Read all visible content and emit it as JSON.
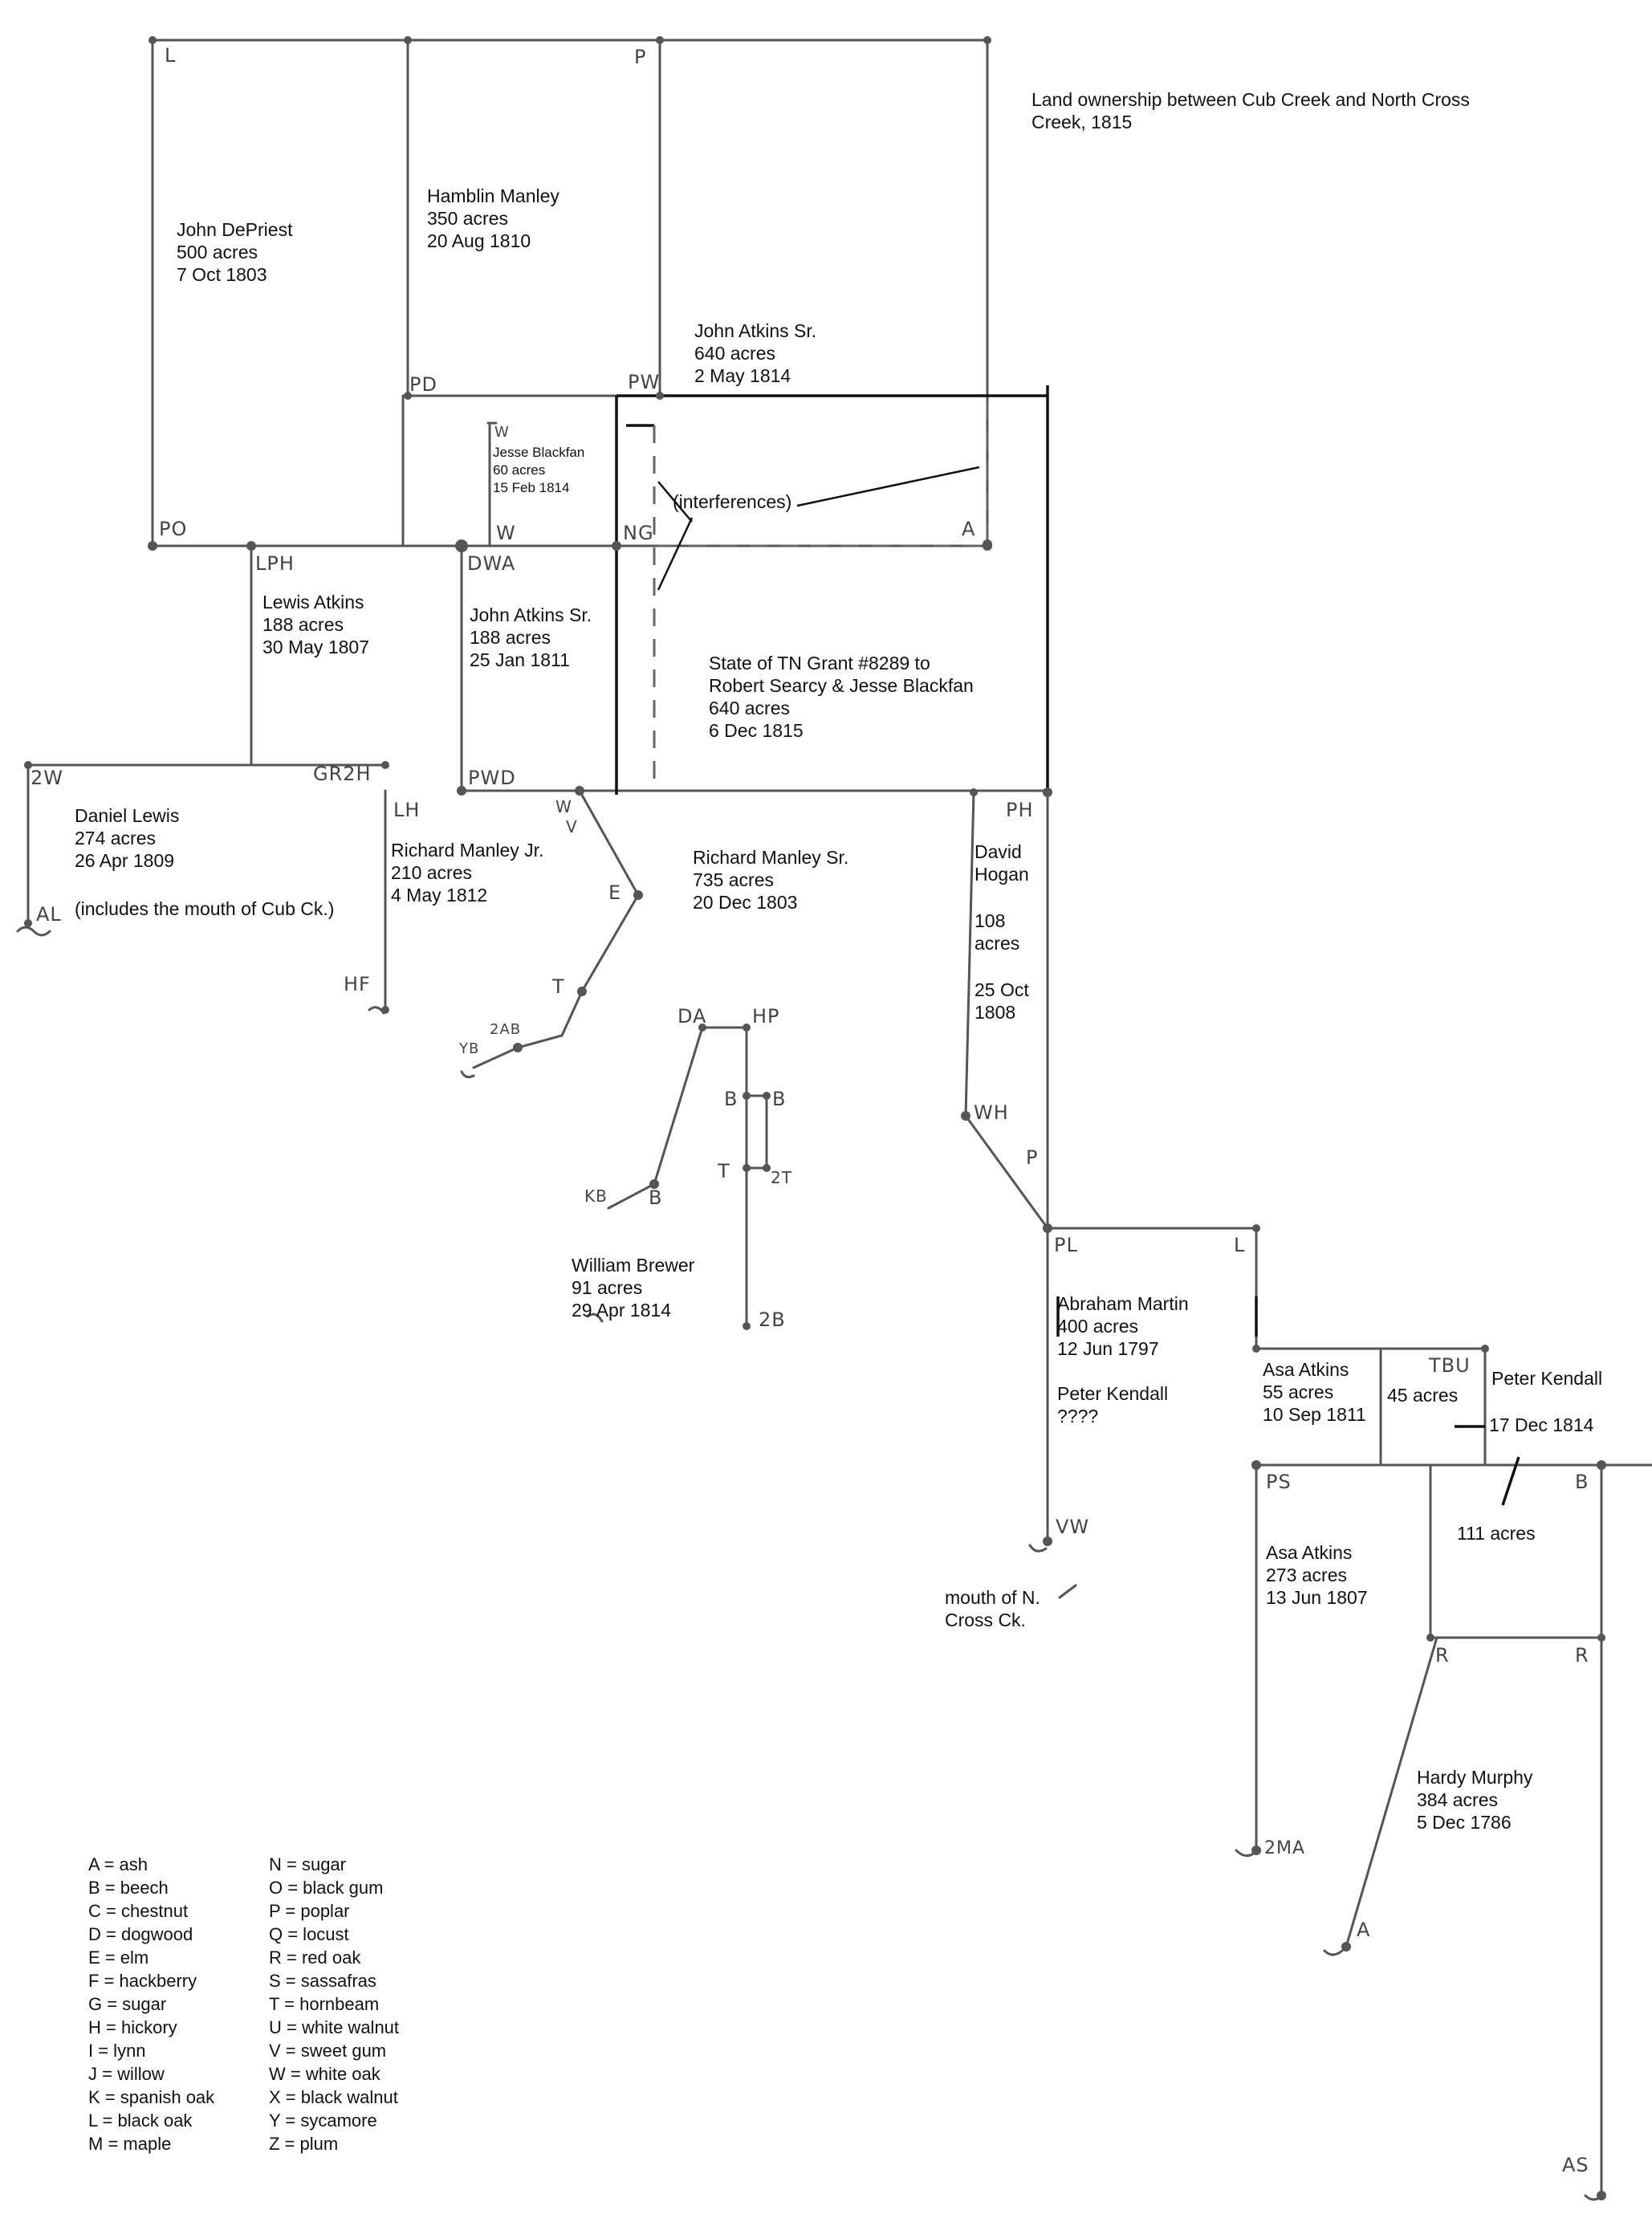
{
  "title": "Land ownership between Cub Creek and North Cross Creek, 1815",
  "tracts": [
    {
      "owner": "John DePriest",
      "acres": "500 acres",
      "date": "7 Oct 1803"
    },
    {
      "owner": "Hamblin Manley",
      "acres": "350 acres",
      "date": "20 Aug 1810"
    },
    {
      "owner": "John Atkins Sr.",
      "acres": "640 acres",
      "date": "2 May 1814"
    },
    {
      "owner": "Jesse Blackfan",
      "acres": "60 acres",
      "date": "15 Feb 1814"
    },
    {
      "owner": "Lewis Atkins",
      "acres": "188 acres",
      "date": "30 May 1807"
    },
    {
      "owner": "John Atkins Sr.",
      "acres": "188 acres",
      "date": "25 Jan 1811"
    },
    {
      "owner": "State of TN Grant #8289 to",
      "owner2": "Robert Searcy & Jesse Blackfan",
      "acres": "640 acres",
      "date": "6 Dec 1815"
    },
    {
      "owner": "Daniel Lewis",
      "acres": "274 acres",
      "date": "26 Apr 1809",
      "note": "(includes the mouth of Cub Ck.)"
    },
    {
      "owner": "Richard Manley Jr.",
      "acres": "210 acres",
      "date": "4 May 1812"
    },
    {
      "owner": "Richard Manley Sr.",
      "acres": "735 acres",
      "date": "20 Dec 1803"
    },
    {
      "owner": "David",
      "owner2": "Hogan",
      "acres": "108",
      "acres2": "acres",
      "date": "25 Oct",
      "date2": "1808"
    },
    {
      "owner": "William Brewer",
      "acres": "91 acres",
      "date": "29 Apr 1814"
    },
    {
      "owner": "Abraham Martin",
      "acres": "400 acres",
      "date": "12 Jun 1797",
      "extra": "Peter Kendall",
      "extra2": "????"
    },
    {
      "owner": "Asa Atkins",
      "acres": "55 acres",
      "date": "10 Sep 1811"
    },
    {
      "owner": "",
      "acres": "45 acres",
      "date": ""
    },
    {
      "owner": "Peter Kendall",
      "acres": "",
      "date": "17 Dec 1814"
    },
    {
      "owner": "",
      "acres": "111 acres",
      "date": ""
    },
    {
      "owner": "Asa Atkins",
      "acres": "273 acres",
      "date": "13 Jun 1807"
    },
    {
      "owner": "Hardy Murphy",
      "acres": "384 acres",
      "date": "5 Dec 1786"
    }
  ],
  "annotations": {
    "interferences": "(interferences)",
    "mouth_line1": "mouth of N.",
    "mouth_line2": "Cross Ck."
  },
  "corner_marks": [
    "L",
    "P",
    "PD",
    "PW",
    "W",
    "PO",
    "W",
    "NG",
    "A",
    "LPH",
    "DWA",
    "2W",
    "GR2H",
    "PWD",
    "LH",
    "W",
    "V",
    "E",
    "T",
    "2AB",
    "YB",
    "HF",
    "AL",
    "DA",
    "HP",
    "B",
    "B",
    "T",
    "2T",
    "KB",
    "B",
    "2B",
    "PH",
    "WH",
    "P",
    "PL",
    "L",
    "TBU",
    "PS",
    "B",
    "R",
    "R",
    "2MA",
    "A",
    "AS",
    "VW"
  ],
  "legend": {
    "left": [
      "A = ash",
      "B = beech",
      "C = chestnut",
      "D = dogwood",
      "E = elm",
      "F = hackberry",
      "G = sugar",
      "H = hickory",
      "I = lynn",
      "J = willow",
      "K = spanish oak",
      "L = black oak",
      "M = maple"
    ],
    "right": [
      "N = sugar",
      "O = black gum",
      "P = poplar",
      "Q = locust",
      "R = red oak",
      "S = sassafras",
      "T = hornbeam",
      "U = white walnut",
      "V = sweet gum",
      "W = white oak",
      "X = black walnut",
      "Y = sycamore",
      "Z = plum"
    ]
  }
}
